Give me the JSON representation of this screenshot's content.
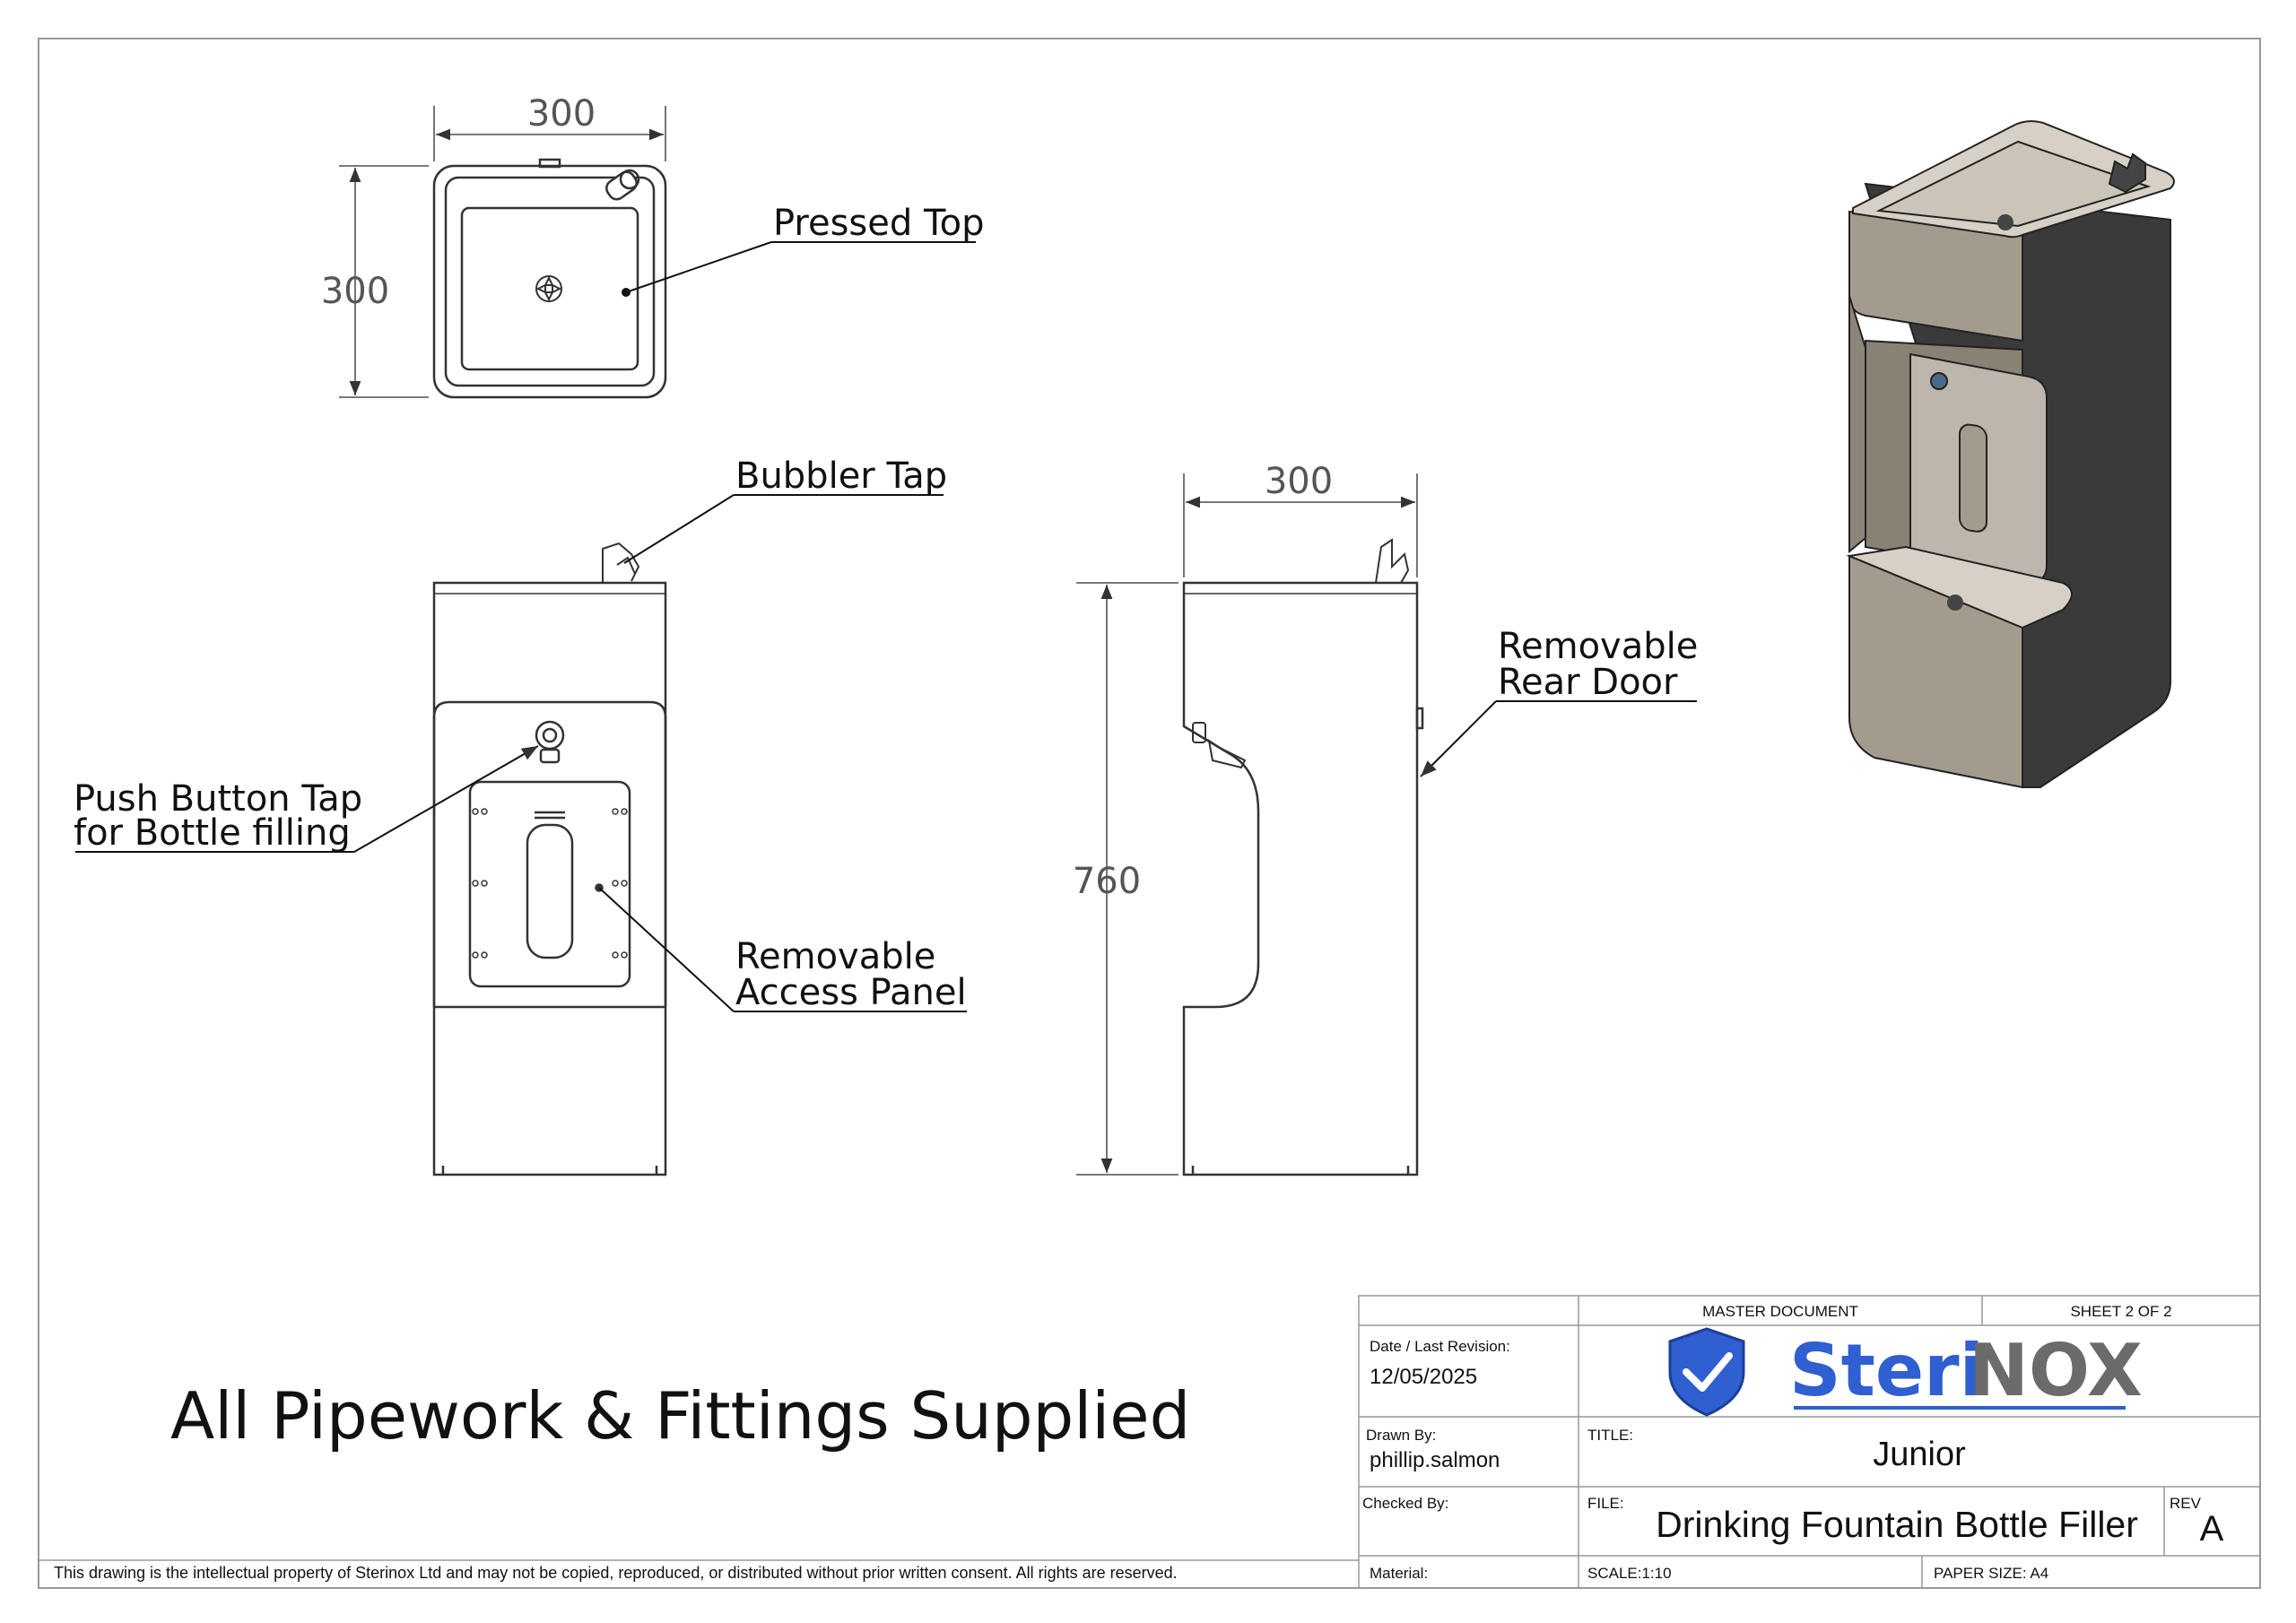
{
  "callouts": {
    "pressed_top": "Pressed Top",
    "bubbler_tap": "Bubbler Tap",
    "push_button_line1": "Push Button Tap",
    "push_button_line2": "for Bottle filling",
    "access_panel_line1": "Removable",
    "access_panel_line2": "Access Panel",
    "rear_door_line1": "Removable",
    "rear_door_line2": "Rear Door"
  },
  "dimensions": {
    "top_width": "300",
    "top_depth": "300",
    "side_width": "300",
    "height": "760"
  },
  "note": "All Pipework & Fittings Supplied",
  "copyright": "This drawing is the intellectual property of Sterinox Ltd and may not be copied, reproduced, or distributed without prior written consent. All rights are reserved.",
  "title_block": {
    "master_document": "MASTER DOCUMENT",
    "sheet": "SHEET 2 OF 2",
    "date_label": "Date / Last Revision:",
    "date_value": "12/05/2025",
    "drawn_by_label": "Drawn By:",
    "drawn_by_value": "phillip.salmon",
    "checked_by_label": "Checked By:",
    "material_label": "Material:",
    "title_label": "TITLE:",
    "title_value": "Junior",
    "file_label": "FILE:",
    "file_value": "Drinking Fountain Bottle Filler",
    "rev_label": "REV",
    "rev_value": "A",
    "scale": "SCALE:1:10",
    "paper_size": "PAPER SIZE: A4",
    "logo_text_a": "Steri",
    "logo_text_b": "NOX"
  },
  "colors": {
    "logo_blue": "#2f5fd0",
    "logo_grey": "#6b6b6b",
    "unit_body": "#a49b8f",
    "unit_top": "#d6d0c6",
    "unit_side": "#3a3a3a"
  }
}
